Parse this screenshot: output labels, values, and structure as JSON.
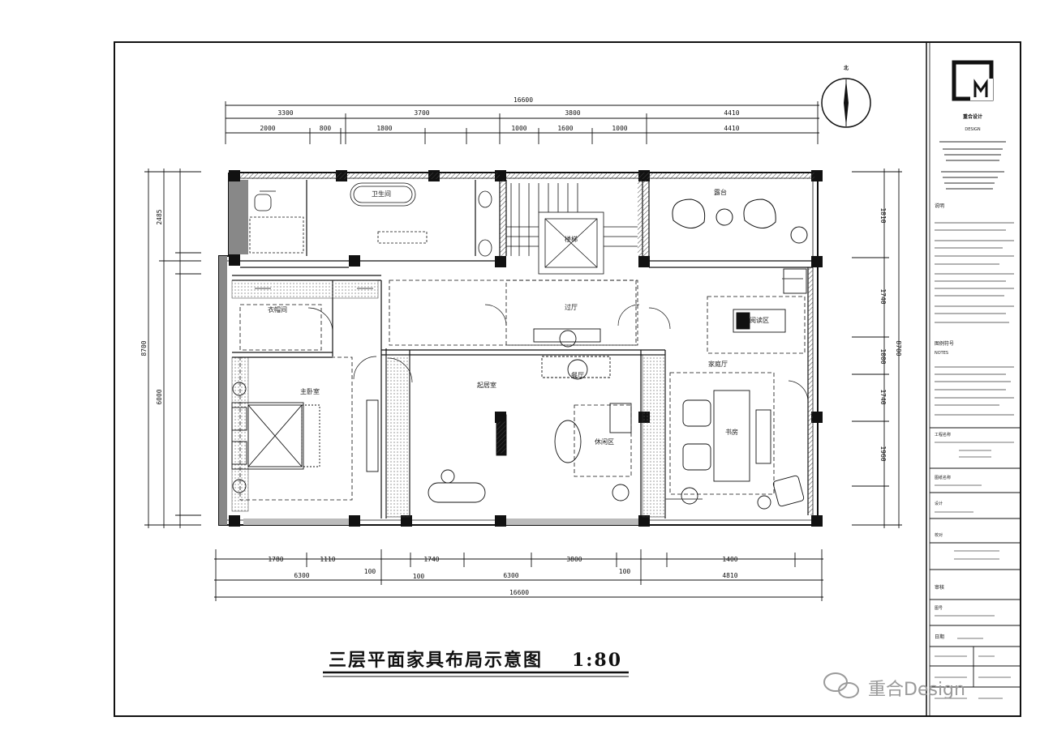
{
  "drawing": {
    "title": "三层平面家具布局示意图",
    "scale": "1:80",
    "north_mark": "北"
  },
  "dimensions": {
    "top_total": "16600",
    "top_segments": [
      "3300",
      "3700",
      "3800",
      "4410"
    ],
    "top_detail": [
      "2000",
      "800",
      "1800",
      "1000",
      "1600",
      "1000",
      "4410"
    ],
    "bottom_total": "16600",
    "bottom_segments": [
      "6300",
      "6300",
      "4810"
    ],
    "bottom_detail": [
      "1780",
      "1110",
      "1740",
      "3800",
      "1400"
    ],
    "bottom_small": [
      "100",
      "100",
      "100"
    ],
    "left_total": "8700",
    "left_segments": [
      "2485",
      "6000"
    ],
    "right_total": "8700",
    "right_segments": [
      "1810",
      "1740",
      "1000",
      "1740",
      "1960"
    ]
  },
  "rooms": {
    "master_bedroom": "主卧室",
    "dressing": "衣帽间",
    "bath": "卫生间",
    "stair": "楼梯",
    "hall": "过厅",
    "living": "起居室",
    "dining": "餐厅",
    "leisure": "休闲区",
    "study": "书房",
    "reading": "阅读区",
    "family_room": "家庭厅",
    "terrace": "露台"
  },
  "title_block": {
    "company": "重合设计",
    "company_sub": "DESIGN",
    "notes_heading": "说明",
    "notes_heading_en": "NOTES",
    "legend_heading": "图例符号",
    "project_label": "工程名称",
    "drawing_label": "图纸名称",
    "designer_label": "设计",
    "check_label": "校对",
    "approve_label": "审核",
    "number_label": "图号",
    "date_label": "日期"
  },
  "watermark": "重合Design"
}
